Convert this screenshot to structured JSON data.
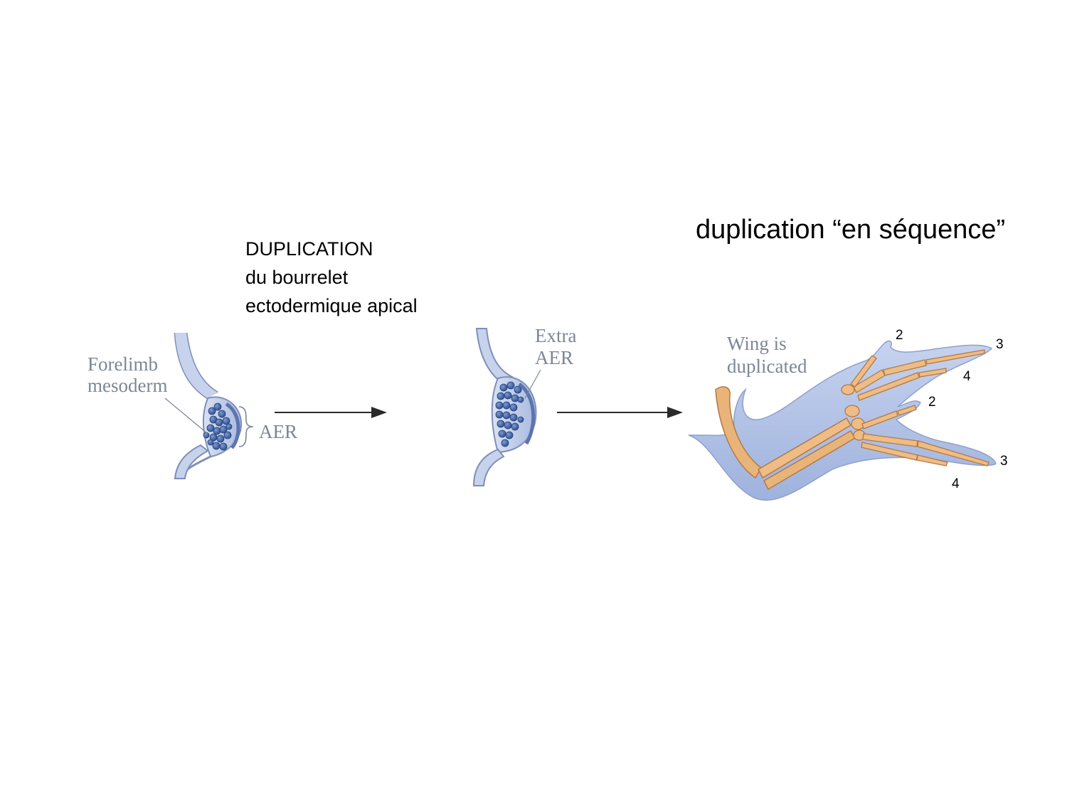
{
  "title": "duplication “en séquence”",
  "caption": {
    "line1": "DUPLICATION",
    "line2": "du bourrelet",
    "line3": "ectodermique apical"
  },
  "panel1": {
    "label_line1": "Forelimb",
    "label_line2": "mesoderm",
    "aer_label": "AER"
  },
  "panel2": {
    "label_line1": "Extra",
    "label_line2": "AER"
  },
  "panel3": {
    "label_line1": "Wing is",
    "label_line2": "duplicated",
    "digits_upper": [
      "2",
      "3",
      "4"
    ],
    "digits_lower": [
      "2",
      "3",
      "4"
    ]
  },
  "colors": {
    "tissue": "#b9c6e6",
    "tissue_edge": "#7f8fb8",
    "cells": "#4a6aa8",
    "bone": "#e9b47a",
    "bone_edge": "#b27a43",
    "arrow": "#2b2b2b"
  }
}
